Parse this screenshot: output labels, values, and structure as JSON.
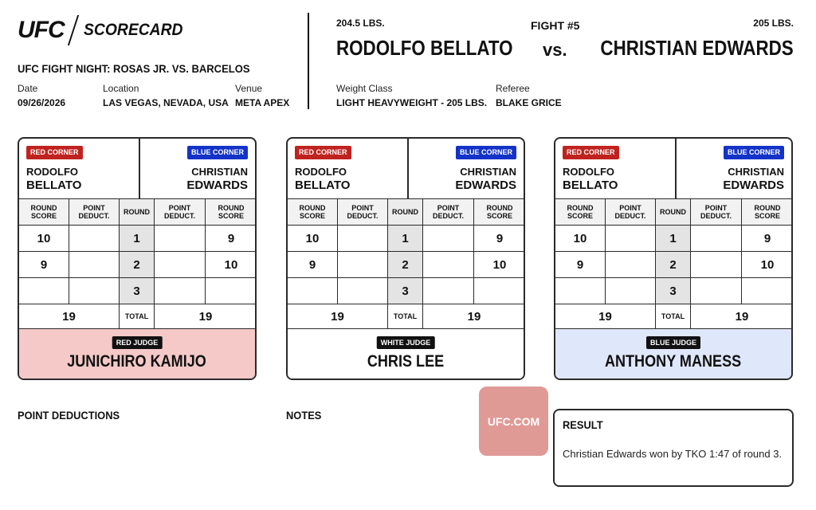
{
  "brand": {
    "logo": "UFC",
    "title": "SCORECARD"
  },
  "event": {
    "title": "UFC FIGHT NIGHT: ROSAS JR. VS. BARCELOS"
  },
  "meta": {
    "date_label": "Date",
    "date": "09/26/2026",
    "location_label": "Location",
    "location": "LAS VEGAS, NEVADA, USA",
    "venue_label": "Venue",
    "venue": "META APEX",
    "weight_class_label": "Weight Class",
    "weight_class": "LIGHT HEAVYWEIGHT - 205 LBS.",
    "referee_label": "Referee",
    "referee": "BLAKE GRICE"
  },
  "fight": {
    "number": "FIGHT #5",
    "vs": "vs.",
    "red": {
      "name": "RODOLFO BELLATO",
      "weight": "204.5 LBS."
    },
    "blue": {
      "name": "CHRISTIAN EDWARDS",
      "weight": "205 LBS."
    }
  },
  "card_labels": {
    "red_corner": "RED CORNER",
    "blue_corner": "BLUE CORNER",
    "red_first": "RODOLFO",
    "red_last": "BELLATO",
    "blue_first": "CHRISTIAN",
    "blue_last": "EDWARDS",
    "round_score": [
      "ROUND",
      "SCORE"
    ],
    "point_deduct": [
      "POINT",
      "DEDUCT."
    ],
    "round": "ROUND",
    "total": "TOTAL"
  },
  "cards": [
    {
      "judge_badge": "RED JUDGE",
      "judge_name": "JUNICHIRO KAMIJO",
      "rounds": [
        {
          "round": "1",
          "red_score": "10",
          "red_deduct": "",
          "blue_deduct": "",
          "blue_score": "9"
        },
        {
          "round": "2",
          "red_score": "9",
          "red_deduct": "",
          "blue_deduct": "",
          "blue_score": "10"
        },
        {
          "round": "3",
          "red_score": "",
          "red_deduct": "",
          "blue_deduct": "",
          "blue_score": ""
        }
      ],
      "red_total": "19",
      "blue_total": "19"
    },
    {
      "judge_badge": "WHITE JUDGE",
      "judge_name": "CHRIS LEE",
      "rounds": [
        {
          "round": "1",
          "red_score": "10",
          "red_deduct": "",
          "blue_deduct": "",
          "blue_score": "9"
        },
        {
          "round": "2",
          "red_score": "9",
          "red_deduct": "",
          "blue_deduct": "",
          "blue_score": "10"
        },
        {
          "round": "3",
          "red_score": "",
          "red_deduct": "",
          "blue_deduct": "",
          "blue_score": ""
        }
      ],
      "red_total": "19",
      "blue_total": "19"
    },
    {
      "judge_badge": "BLUE JUDGE",
      "judge_name": "ANTHONY MANESS",
      "rounds": [
        {
          "round": "1",
          "red_score": "10",
          "red_deduct": "",
          "blue_deduct": "",
          "blue_score": "9"
        },
        {
          "round": "2",
          "red_score": "9",
          "red_deduct": "",
          "blue_deduct": "",
          "blue_score": "10"
        },
        {
          "round": "3",
          "red_score": "",
          "red_deduct": "",
          "blue_deduct": "",
          "blue_score": ""
        }
      ],
      "red_total": "19",
      "blue_total": "19"
    }
  ],
  "judge_colors": [
    "#f4c9c8",
    "#ffffff",
    "#dfe7fb"
  ],
  "sections": {
    "point_deductions": "POINT DEDUCTIONS",
    "notes": "NOTES"
  },
  "ufc_com": {
    "label": "UFC.COM",
    "color": "#e09a96"
  },
  "result": {
    "title": "RESULT",
    "text": "Christian Edwards won by TKO 1:47 of round 3."
  }
}
